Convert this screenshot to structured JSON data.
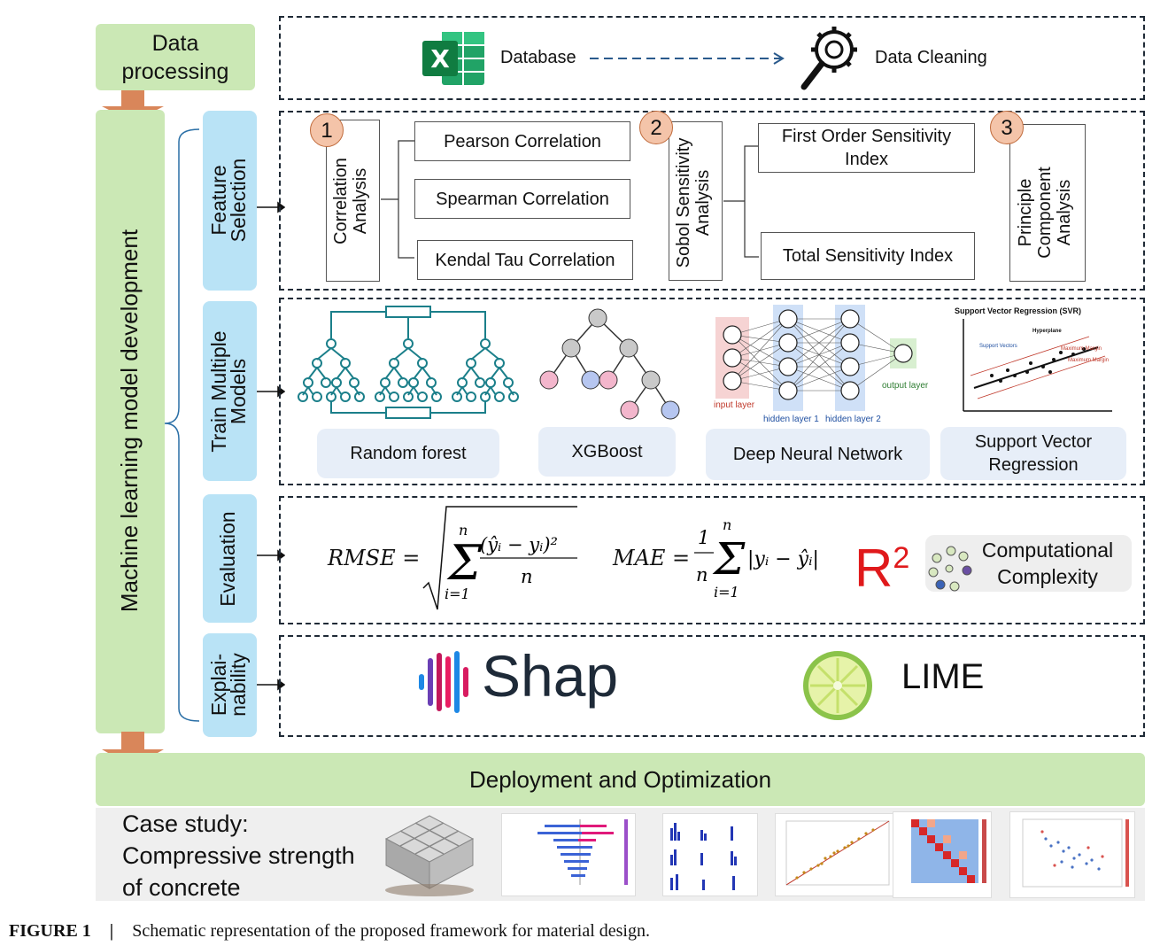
{
  "data_processing": {
    "label": "Data processing",
    "database": "Database",
    "data_cleaning": "Data Cleaning"
  },
  "ml_development": {
    "label": "Machine learning model development",
    "feature_selection": {
      "label": "Feature Selection",
      "groups": [
        {
          "number": "1",
          "title": "Correlation Analysis",
          "items": [
            "Pearson Correlation",
            "Spearman Correlation",
            "Kendal Tau Correlation"
          ]
        },
        {
          "number": "2",
          "title": "Sobol Sensitivity Analysis",
          "items": [
            "First Order Sensitivity Index",
            "Total Sensitivity Index"
          ]
        },
        {
          "number": "3",
          "title": "Principle Component Analysis",
          "items": []
        }
      ]
    },
    "train_models": {
      "label": "Train Multiple Models",
      "models": [
        "Random forest",
        "XGBoost",
        "Deep Neural Network",
        "Support Vector Regression"
      ],
      "dnn_labels": {
        "input": "input layer",
        "hidden1": "hidden layer 1",
        "hidden2": "hidden layer 2",
        "output": "output layer"
      },
      "svr_labels": {
        "title": "Support Vector Regression (SVR)",
        "hyperplane": "Hyperplane",
        "support_vectors": "Support Vectors",
        "max_margin": "Maximum Margin"
      }
    },
    "evaluation": {
      "label": "Evaluation",
      "r2": "R",
      "r2_sup": "2",
      "complexity": "Computational Complexity"
    },
    "explainability": {
      "label": "Explai-nability",
      "shap": "Shap",
      "lime": "LIME"
    }
  },
  "deployment": {
    "label": "Deployment and Optimization"
  },
  "case_study": {
    "line1": "Case study:",
    "line2": "Compressive strength",
    "line3": "of concrete"
  },
  "caption": {
    "figure": "FIGURE 1",
    "separator": "|",
    "text": "Schematic representation of the proposed framework for material design."
  }
}
